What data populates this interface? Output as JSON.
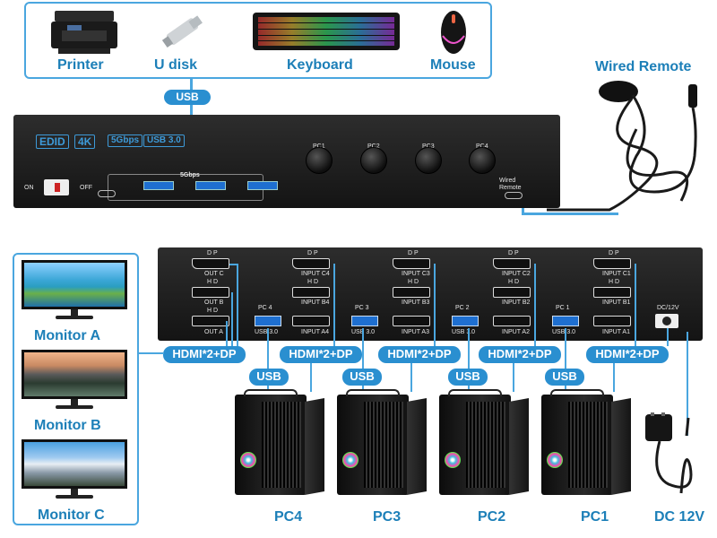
{
  "peripherals": {
    "printer": "Printer",
    "u_disk": "U disk",
    "keyboard": "Keyboard",
    "mouse": "Mouse"
  },
  "usb_top": "USB",
  "wired_remote": "Wired Remote",
  "kvm_front": {
    "badges": [
      "EDID",
      "4K",
      "5Gbps",
      "USB 3.0"
    ],
    "on": "ON",
    "off": "OFF",
    "speed": "5Gbps",
    "buttons": [
      "PC1",
      "PC2",
      "PC3",
      "PC4"
    ],
    "remote_label": "Wired\nRemote"
  },
  "kvm_back": {
    "groups": [
      {
        "dp": "D P",
        "top": "OUT C",
        "hd1": "H D",
        "mid": "OUT B",
        "hd2": "H D",
        "bot": "OUT A"
      },
      {
        "dp": "D P",
        "top": "INPUT C4",
        "hd1": "H D",
        "mid": "INPUT B4",
        "hd2": "",
        "bot": "INPUT A4",
        "pc": "PC 4",
        "usb": "USB 3.0"
      },
      {
        "dp": "D P",
        "top": "INPUT C3",
        "hd1": "H D",
        "mid": "INPUT B3",
        "hd2": "",
        "bot": "INPUT A3",
        "pc": "PC 3",
        "usb": "USB 3.0"
      },
      {
        "dp": "D P",
        "top": "INPUT C2",
        "hd1": "H D",
        "mid": "INPUT B2",
        "hd2": "",
        "bot": "INPUT A2",
        "pc": "PC 2",
        "usb": "USB 3.0"
      },
      {
        "dp": "D P",
        "top": "INPUT C1",
        "hd1": "H D",
        "mid": "INPUT B1",
        "hd2": "",
        "bot": "INPUT A1",
        "pc": "PC 1",
        "usb": "USB 3.0"
      }
    ],
    "dc": "DC/12V"
  },
  "hdmi_label": "HDMI*2+DP",
  "usb_label": "USB",
  "monitors": [
    "Monitor A",
    "Monitor B",
    "Monitor C"
  ],
  "pcs": [
    "PC4",
    "PC3",
    "PC2",
    "PC1"
  ],
  "dc_label": "DC 12V",
  "colors": {
    "accent": "#1c7fb8",
    "pill": "#2a8fd0",
    "frame": "#4aa6df"
  }
}
